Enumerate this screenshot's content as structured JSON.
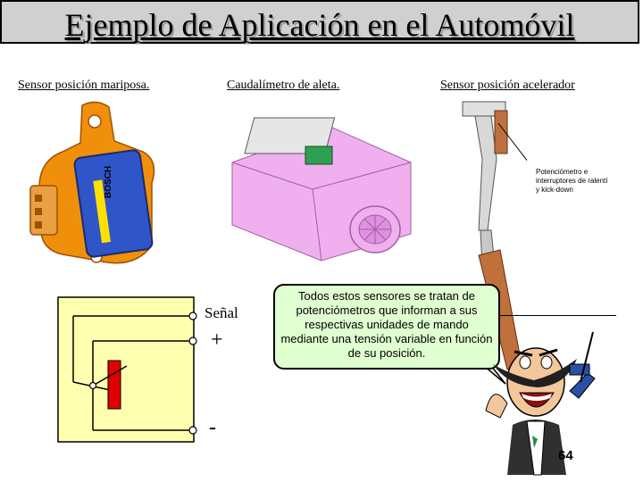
{
  "title": "Ejemplo de Aplicación en el Automóvil",
  "labels": {
    "throttle": "Sensor posición mariposa.",
    "flow": "Caudalímetro de aleta.",
    "pedal": "Sensor posición acelerador"
  },
  "sensor_text": "BOSCH",
  "pedal_callout": [
    "Potenciómetro e",
    "interruptores de ralentí",
    "y kick-down"
  ],
  "circuit": {
    "signal": "Señal",
    "plus": "+",
    "minus": "-"
  },
  "note": "Todos estos sensores se tratan de potenciómetros que informan a sus respectivas unidades de mando mediante una tensión variable en función de su posición.",
  "page_number": "64",
  "colors": {
    "title_bg": "#d0d0d0",
    "note_bg": "#dfffd0",
    "circuit_bg": "#ffffb0",
    "resistor": "#e00000",
    "sensor_body": "#f0900a",
    "sensor_cover": "#2f55c8",
    "flowmeter": "#f0b0f0",
    "pedal": "#c0703a"
  }
}
